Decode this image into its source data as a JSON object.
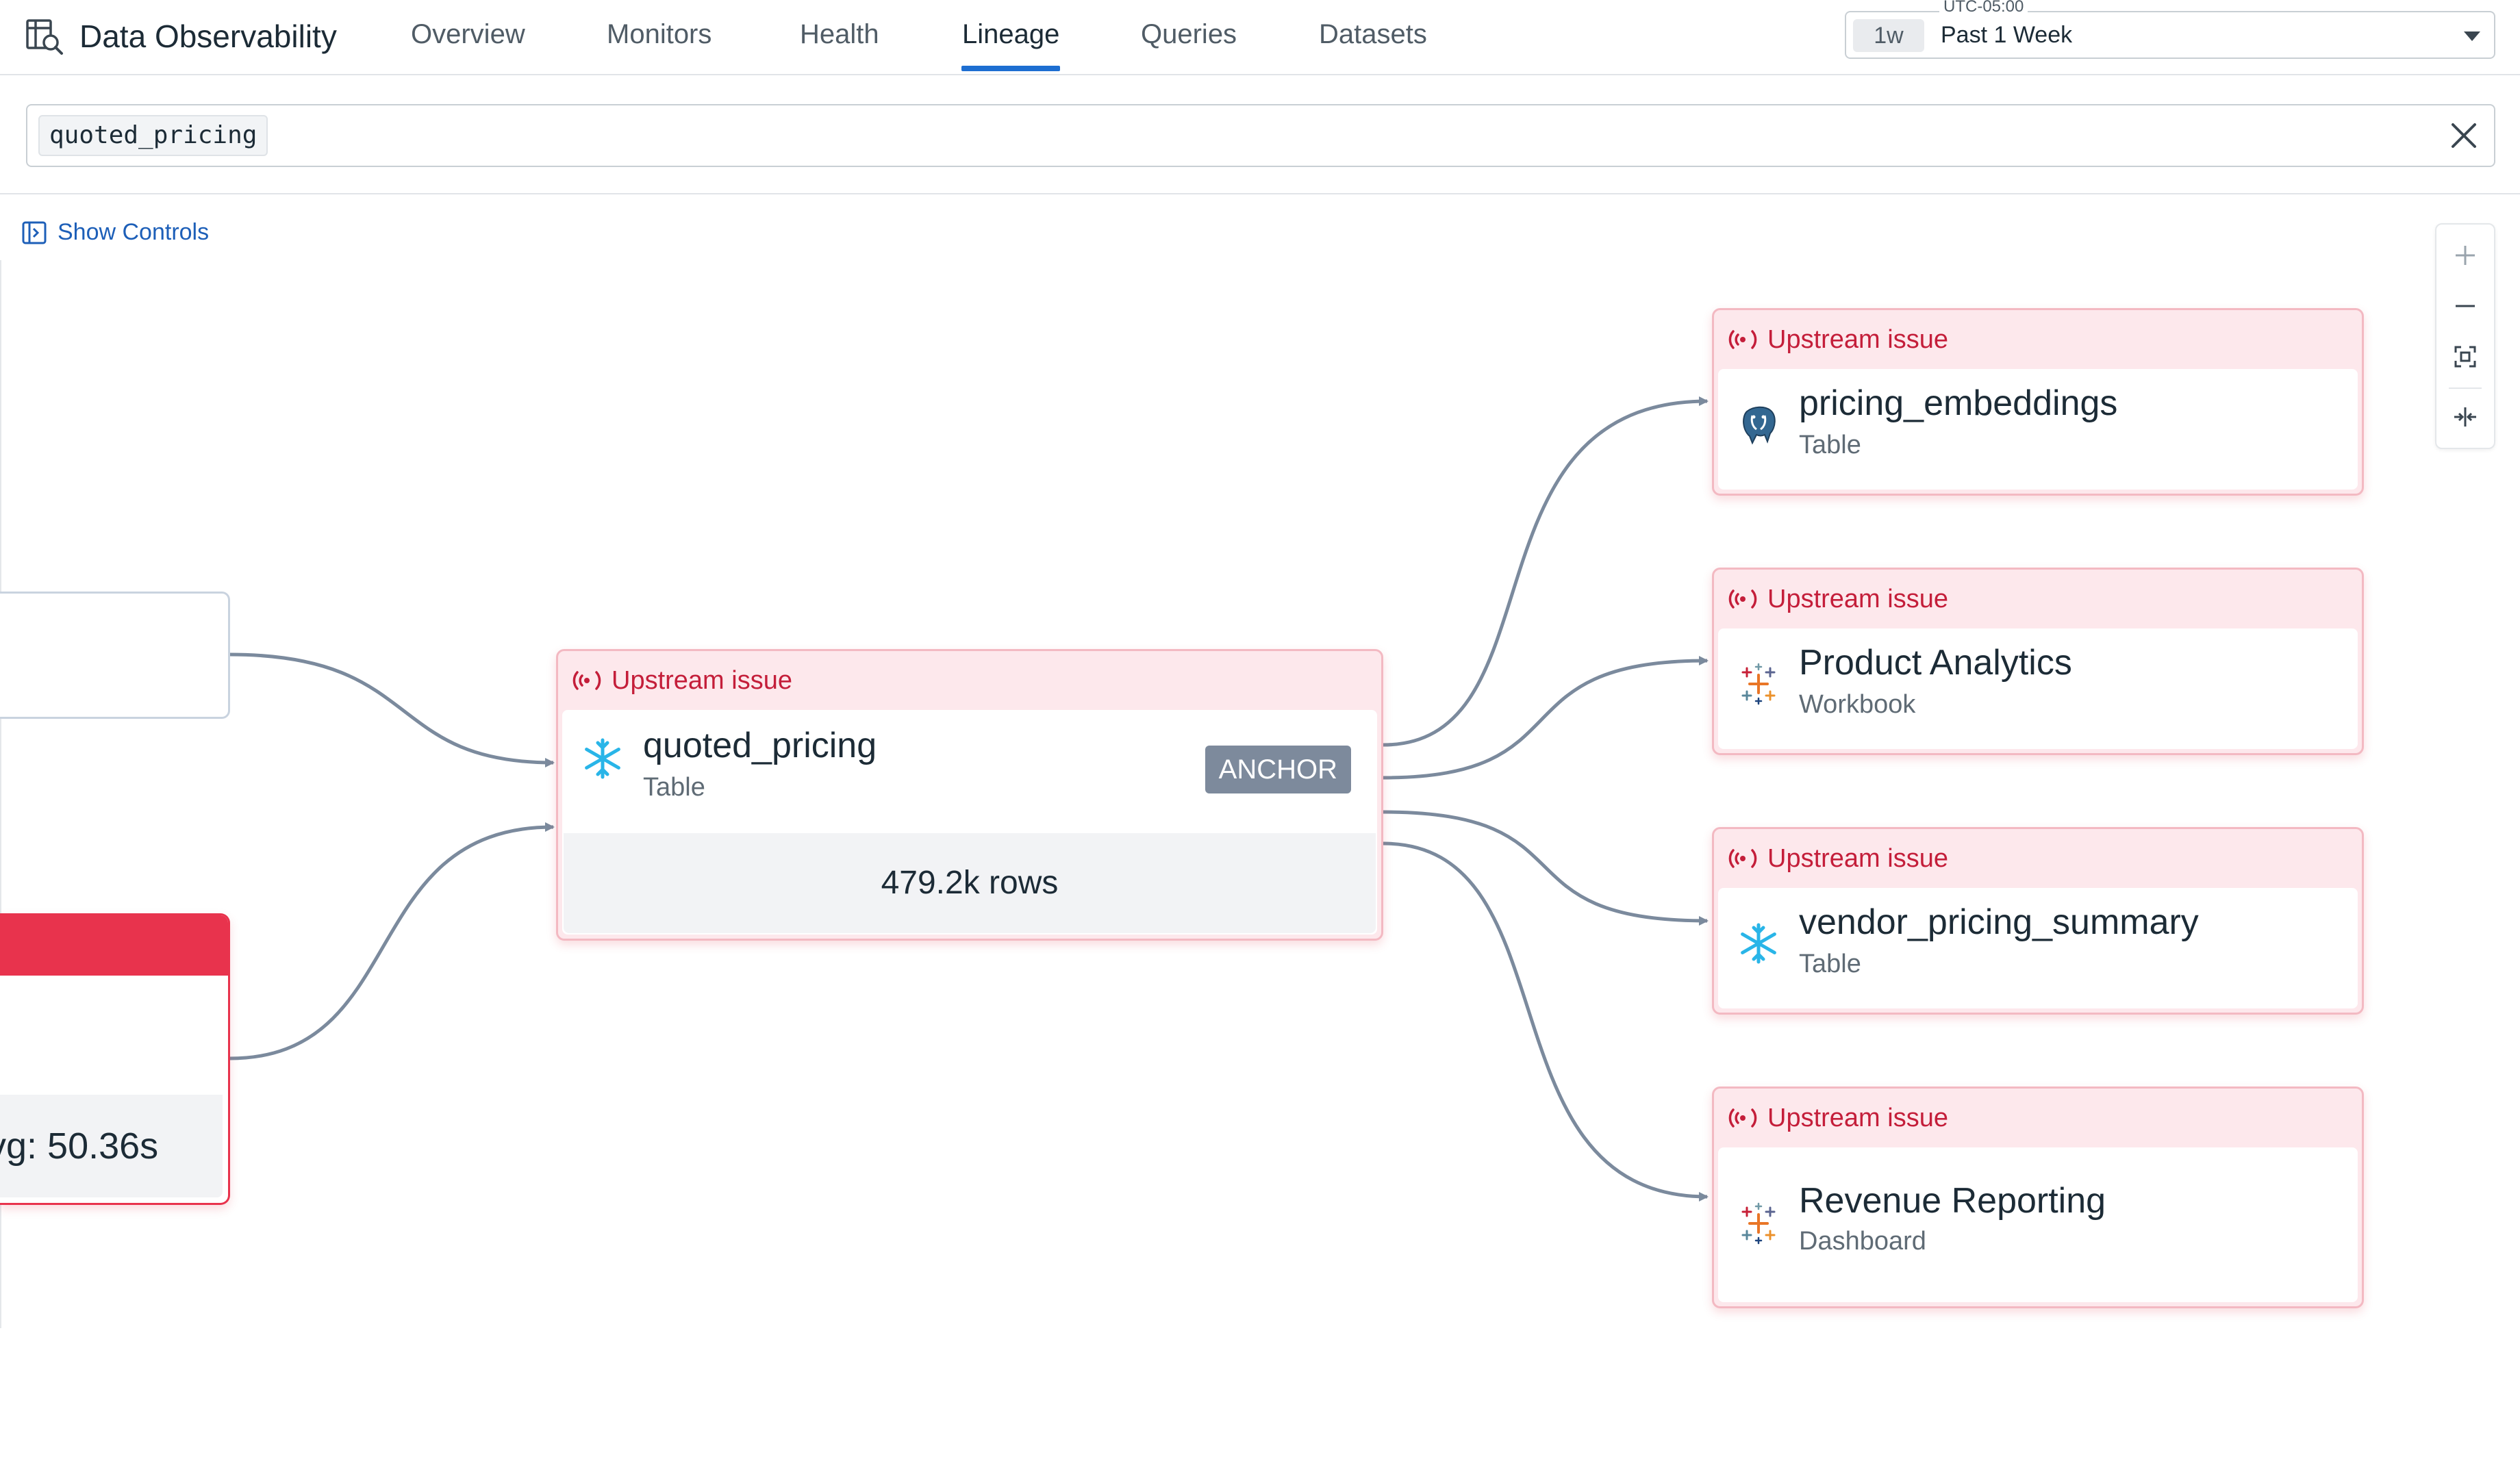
{
  "app": {
    "title": "Data Observability"
  },
  "nav": {
    "tabs": [
      {
        "label": "Overview"
      },
      {
        "label": "Monitors"
      },
      {
        "label": "Health"
      },
      {
        "label": "Lineage",
        "active": true
      },
      {
        "label": "Queries"
      },
      {
        "label": "Datasets"
      }
    ]
  },
  "time_picker": {
    "timezone": "UTC-05:00",
    "chip": "1w",
    "label": "Past 1 Week"
  },
  "search": {
    "token": "quoted_pricing"
  },
  "canvas": {
    "show_controls": "Show Controls"
  },
  "left_nodes": {
    "error_metric": "vg: 50.36s"
  },
  "anchor_node": {
    "status": "Upstream issue",
    "name": "quoted_pricing",
    "type": "Table",
    "badge": "ANCHOR",
    "rows": "479.2k rows",
    "icon": "snowflake-icon"
  },
  "downstream_nodes": [
    {
      "status": "Upstream issue",
      "name": "pricing_embeddings",
      "type": "Table",
      "icon": "postgres-icon"
    },
    {
      "status": "Upstream issue",
      "name": "Product Analytics",
      "type": "Workbook",
      "icon": "tableau-icon"
    },
    {
      "status": "Upstream issue",
      "name": "vendor_pricing_summary",
      "type": "Table",
      "icon": "snowflake-icon"
    },
    {
      "status": "Upstream issue",
      "name": "Revenue Reporting",
      "type": "Dashboard",
      "icon": "tableau-icon"
    }
  ],
  "colors": {
    "accent": "#1d6ed1",
    "issue_text": "#c41e3a",
    "issue_bg": "#fde8ec",
    "error_red": "#e8334d",
    "edge": "#7b8a9d",
    "snowflake": "#29b5e8"
  }
}
